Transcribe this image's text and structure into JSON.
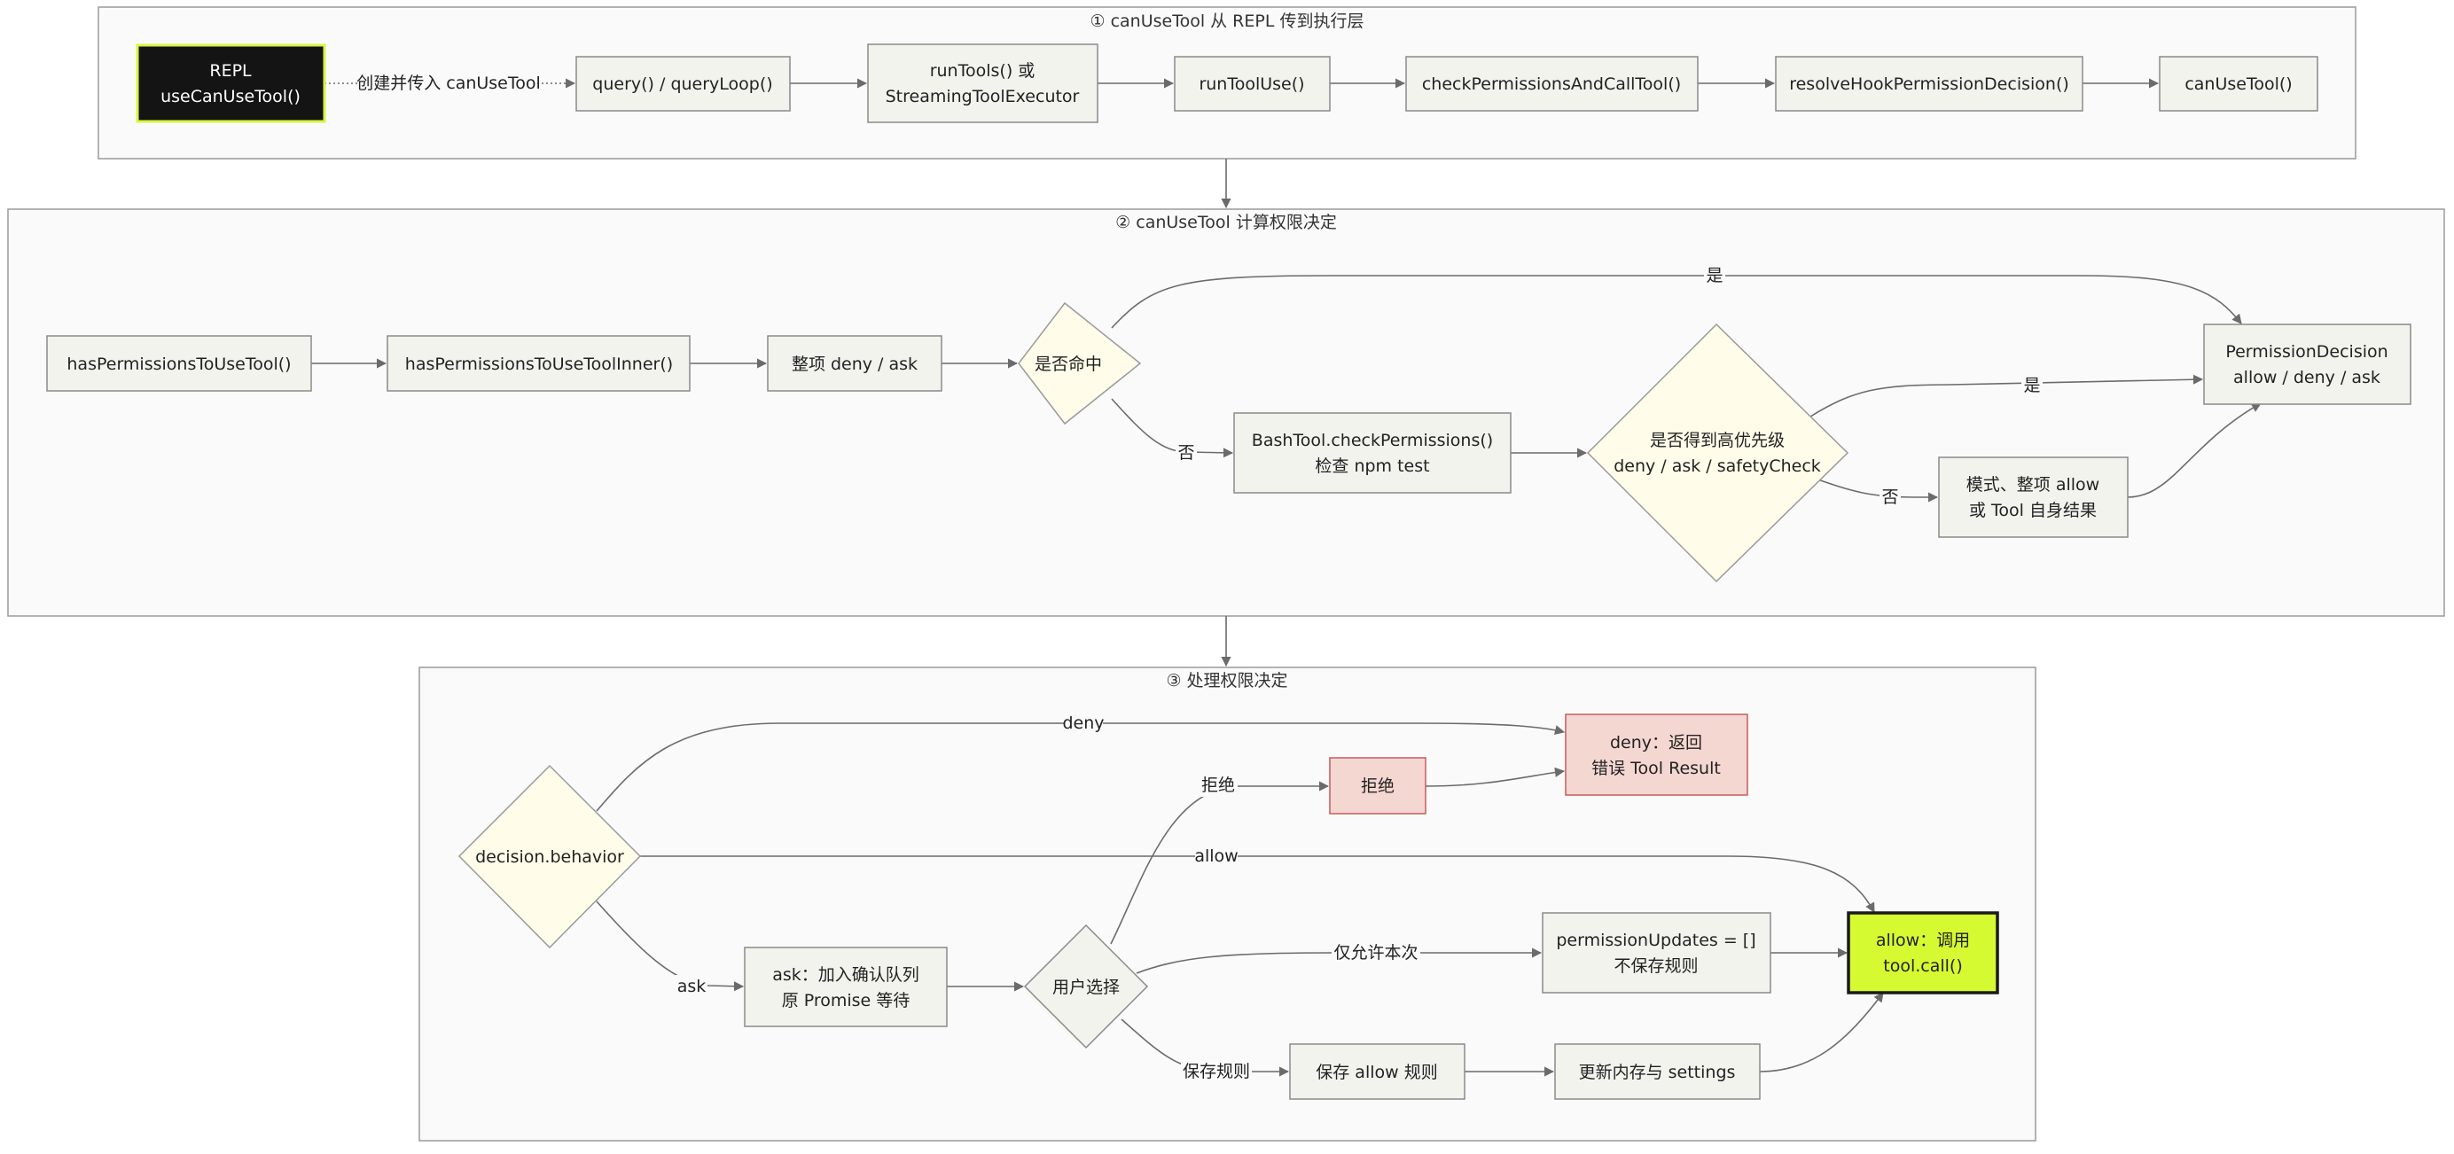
{
  "subgraphs": {
    "sg1": "① canUseTool 从 REPL 传到执行层",
    "sg2": "② canUseTool 计算权限决定",
    "sg3": "③ 处理权限决定"
  },
  "nodes": {
    "repl": [
      "REPL",
      "useCanUseTool()"
    ],
    "query": [
      "query() / queryLoop()"
    ],
    "runtools": [
      "runTools() 或",
      "StreamingToolExecutor"
    ],
    "runtooluse": [
      "runToolUse()"
    ],
    "checkperm_call": [
      "checkPermissionsAndCallTool()"
    ],
    "resolvehook": [
      "resolveHookPermissionDecision()"
    ],
    "canusetool": [
      "canUseTool()"
    ],
    "haspermissions": [
      "hasPermissionsToUseTool()"
    ],
    "haspermissions_inner": [
      "hasPermissionsToUseToolInner()"
    ],
    "whole_deny_ask": [
      "整项 deny / ask"
    ],
    "hit_diamond": [
      "是否命中"
    ],
    "bash_check": [
      "BashTool.checkPermissions()",
      "检查 npm test"
    ],
    "priority_diamond": [
      "是否得到高优先级",
      "deny / ask / safetyCheck"
    ],
    "mode_result": [
      "模式、整项 allow",
      "或 Tool 自身结果"
    ],
    "perm_decision": [
      "PermissionDecision",
      "allow / deny / ask"
    ],
    "behavior_diamond": [
      "decision.behavior"
    ],
    "ask_queue": [
      "ask：加入确认队列",
      "原 Promise 等待"
    ],
    "user_choice": [
      "用户选择"
    ],
    "reject": [
      "拒绝"
    ],
    "deny_return": [
      "deny：返回",
      "错误 Tool Result"
    ],
    "perm_updates": [
      "permissionUpdates = []",
      "不保存规则"
    ],
    "save_allow": [
      "保存 allow 规则"
    ],
    "update_settings": [
      "更新内存与 settings"
    ],
    "allow_call": [
      "allow：调用",
      "tool.call()"
    ]
  },
  "edge_labels": {
    "create_pass": "创建并传入 canUseTool",
    "yes_1": "是",
    "no_1": "否",
    "yes_2": "是",
    "no_2": "否",
    "deny": "deny",
    "allow": "allow",
    "ask": "ask",
    "reject": "拒绝",
    "allow_once": "仅允许本次",
    "save_rule": "保存规则"
  },
  "colors": {
    "dark_node": "#141414",
    "dark_node_border": "#d6f542",
    "allow_node": "#d5fa32",
    "deny_node": "#f5d7d2",
    "deny_border": "#c85a5a",
    "diamond_fill": "#fffdea"
  }
}
